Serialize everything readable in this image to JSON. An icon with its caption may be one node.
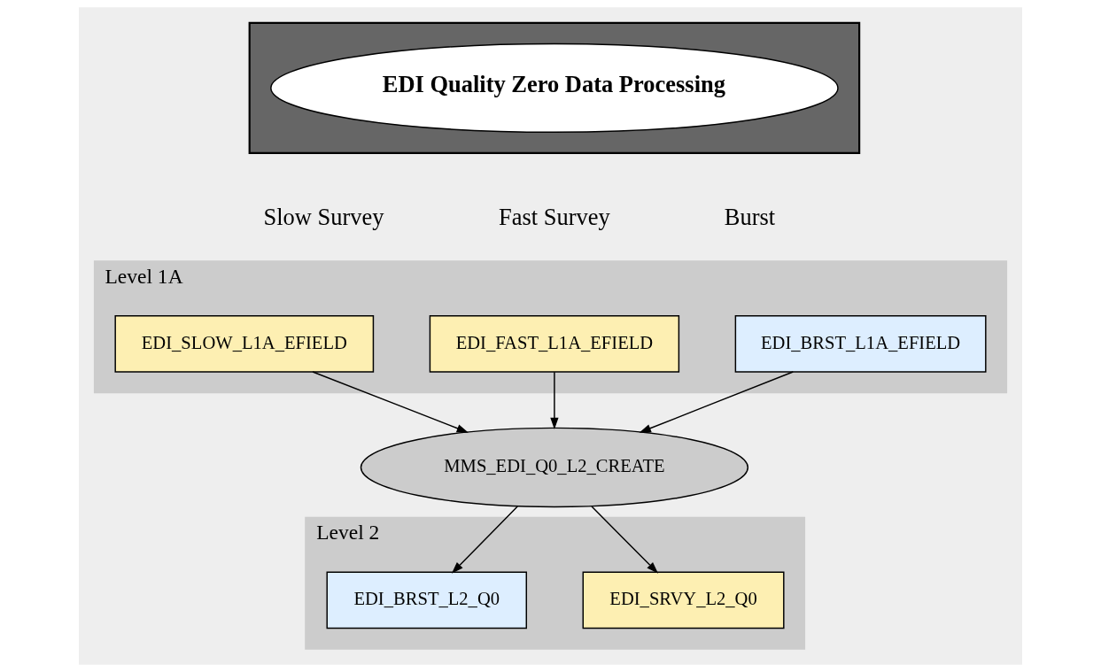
{
  "diagram": {
    "nodes": [
      {
        "text": [],
        "shape": "box"
      },
      {
        "text": [
          "EDI Quality Zero Data Processing"
        ],
        "in": 0
      },
      {
        "text": [
          "Level 1A"
        ]
      },
      {
        "text": [
          "EDI_SLOW_L1A_EFIELD"
        ],
        "in": 2
      },
      {
        "text": [
          "EDI_FAST_L1A_EFIELD"
        ],
        "in": 2
      },
      {
        "text": [
          "EDI_BRST_L1A_EFIELD"
        ],
        "in": 2
      },
      {
        "text": [
          "MMS_EDI_Q0_L2_CREATE"
        ]
      },
      {
        "text": [
          "Level 2"
        ]
      },
      {
        "text": [
          "EDI_SRVY_L2_Q0"
        ],
        "in": 7
      },
      {
        "text": [
          "EDI_BRST_L2_Q0"
        ],
        "in": 7
      }
    ],
    "edges": [
      {
        "from": 3,
        "to": 6,
        "arrow": "to"
      },
      {
        "from": 4,
        "to": 6,
        "arrow": "to"
      },
      {
        "from": 5,
        "to": 6,
        "arrow": "to"
      },
      {
        "from": 6,
        "to": 8,
        "arrow": "to"
      },
      {
        "from": 6,
        "to": 9,
        "arrow": "to"
      }
    ],
    "labels": [
      "Slow Survey",
      "Fast Survey",
      "Burst"
    ]
  }
}
